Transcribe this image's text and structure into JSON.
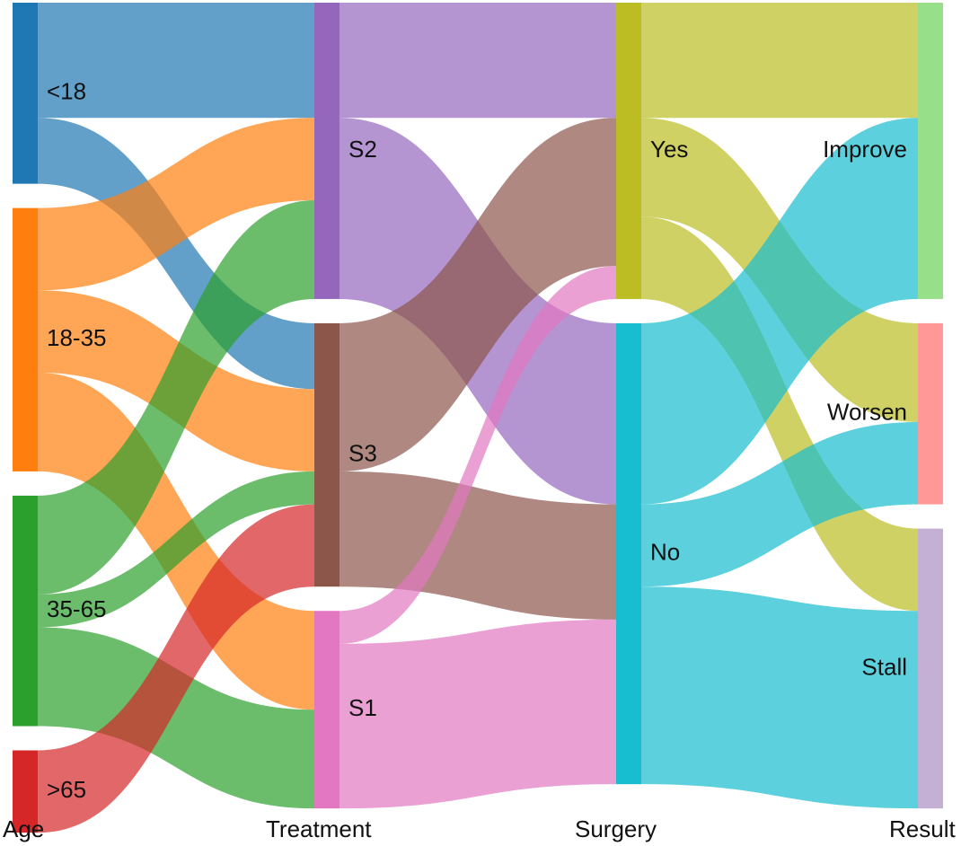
{
  "chart_data": {
    "type": "sankey",
    "axes": [
      {
        "id": "age",
        "label": "Age",
        "nodes": [
          {
            "id": "lt18",
            "label": "<18",
            "value": 55,
            "color": "#1f77b4"
          },
          {
            "id": "a1835",
            "label": "18-35",
            "value": 80,
            "color": "#ff7f0e"
          },
          {
            "id": "a3565",
            "label": "35-65",
            "value": 70,
            "color": "#2ca02c"
          },
          {
            "id": "gt65",
            "label": ">65",
            "value": 25,
            "color": "#d62728"
          }
        ]
      },
      {
        "id": "treatment",
        "label": "Treatment",
        "nodes": [
          {
            "id": "S2",
            "label": "S2",
            "value": 90,
            "color": "#9467bd"
          },
          {
            "id": "S3",
            "label": "S3",
            "value": 80,
            "color": "#8c564b"
          },
          {
            "id": "S1",
            "label": "S1",
            "value": 60,
            "color": "#e377c2"
          }
        ]
      },
      {
        "id": "surgery",
        "label": "Surgery",
        "nodes": [
          {
            "id": "yes",
            "label": "Yes",
            "value": 90,
            "color": "#bcbd22"
          },
          {
            "id": "no",
            "label": "No",
            "value": 140,
            "color": "#17becf"
          }
        ]
      },
      {
        "id": "result",
        "label": "Result",
        "nodes": [
          {
            "id": "improve",
            "label": "Improve",
            "value": 90,
            "color": "#98df8a"
          },
          {
            "id": "worsen",
            "label": "Worsen",
            "value": 55,
            "color": "#ff9896"
          },
          {
            "id": "stall",
            "label": "Stall",
            "value": 85,
            "color": "#c5b0d5"
          }
        ]
      }
    ],
    "flows": [
      {
        "source": "lt18",
        "target": "S2",
        "value": 35
      },
      {
        "source": "lt18",
        "target": "S3",
        "value": 20
      },
      {
        "source": "a1835",
        "target": "S2",
        "value": 25
      },
      {
        "source": "a1835",
        "target": "S3",
        "value": 25
      },
      {
        "source": "a1835",
        "target": "S1",
        "value": 30
      },
      {
        "source": "a3565",
        "target": "S2",
        "value": 30
      },
      {
        "source": "a3565",
        "target": "S3",
        "value": 10
      },
      {
        "source": "a3565",
        "target": "S1",
        "value": 30
      },
      {
        "source": "gt65",
        "target": "S3",
        "value": 25
      },
      {
        "source": "S2",
        "target": "yes",
        "value": 35
      },
      {
        "source": "S2",
        "target": "no",
        "value": 55
      },
      {
        "source": "S3",
        "target": "yes",
        "value": 45
      },
      {
        "source": "S3",
        "target": "no",
        "value": 35
      },
      {
        "source": "S1",
        "target": "yes",
        "value": 10
      },
      {
        "source": "S1",
        "target": "no",
        "value": 50
      },
      {
        "source": "yes",
        "target": "improve",
        "value": 35
      },
      {
        "source": "yes",
        "target": "worsen",
        "value": 30
      },
      {
        "source": "yes",
        "target": "stall",
        "value": 25
      },
      {
        "source": "no",
        "target": "improve",
        "value": 55
      },
      {
        "source": "no",
        "target": "worsen",
        "value": 25
      },
      {
        "source": "no",
        "target": "stall",
        "value": 60
      }
    ]
  }
}
